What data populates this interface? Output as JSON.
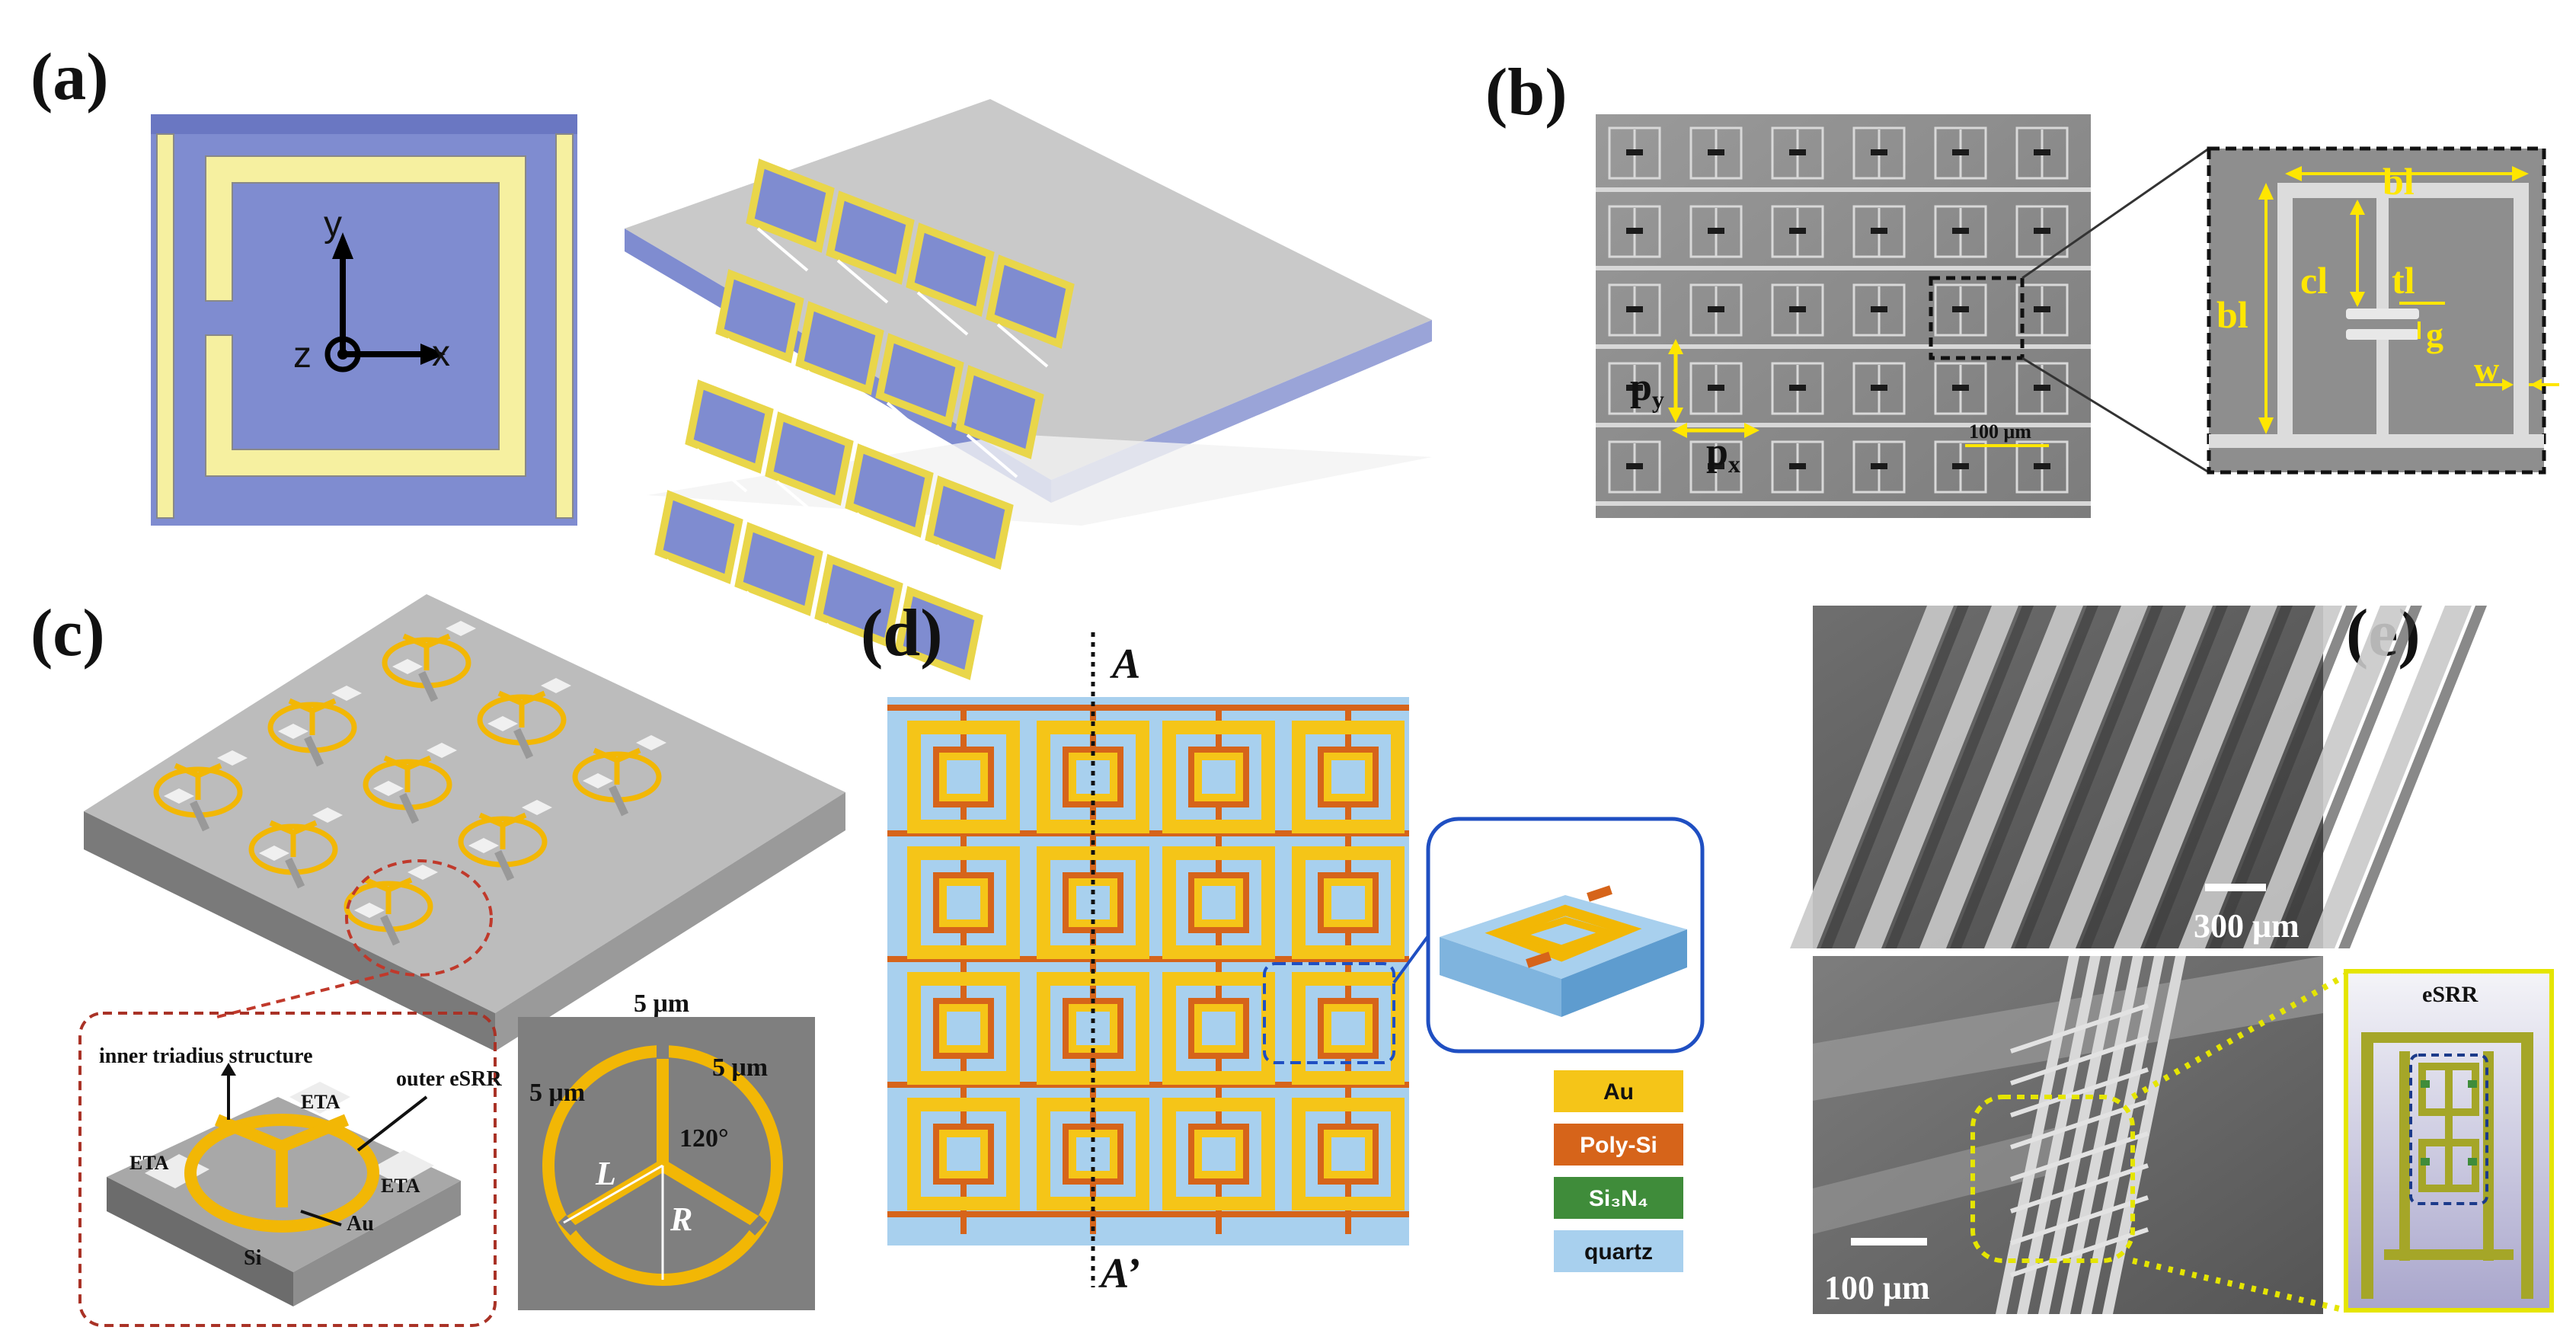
{
  "panels": {
    "a": {
      "label": "(a)",
      "axes": {
        "y": "y",
        "x": "x",
        "z": "z"
      }
    },
    "b": {
      "label": "(b)",
      "py": "p",
      "py_sub": "y",
      "px": "p",
      "px_sub": "x",
      "scale": "100 μm",
      "inset": {
        "bl_top": "bl",
        "bl_side": "bl",
        "cl": "cl",
        "tl": "tl",
        "g": "g",
        "w": "w"
      }
    },
    "c": {
      "label": "(c)",
      "inner": "inner triadius structure",
      "outer": "outer eSRR",
      "eta": "ETA",
      "au": "Au",
      "si": "Si",
      "dim": "5 μm",
      "angle": "120°",
      "L": "L",
      "R": "R"
    },
    "d": {
      "label": "(d)",
      "A": "A",
      "A2": "A’",
      "legend": [
        {
          "name": "Au",
          "color": "#f5c518",
          "text": "#111111"
        },
        {
          "name": "Poly-Si",
          "color": "#d6641a",
          "text": "#ffffff"
        },
        {
          "name": "Si₃N₄",
          "color": "#3f8c3a",
          "text": "#ffffff"
        },
        {
          "name": "quartz",
          "color": "#a8d0ee",
          "text": "#111111"
        }
      ]
    },
    "e": {
      "label": "(e)",
      "scale_top": "300 μm",
      "scale_bottom": "100 μm",
      "inset": "eSRR"
    }
  }
}
